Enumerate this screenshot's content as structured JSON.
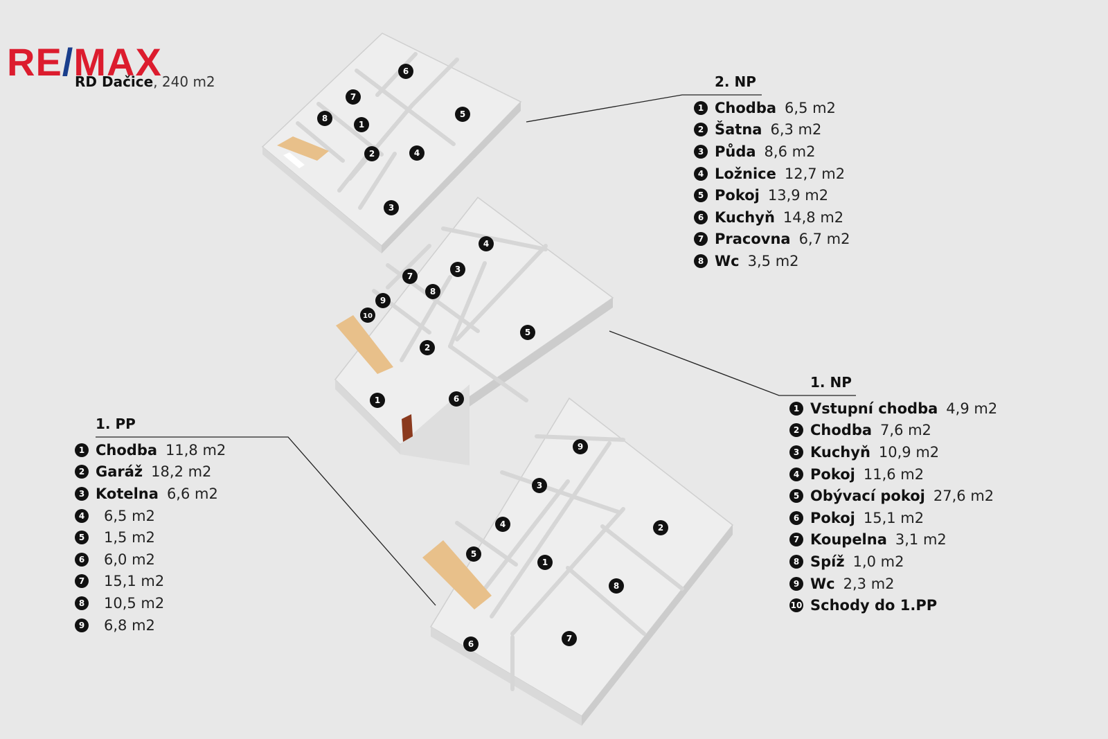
{
  "brand": {
    "part1": "RE",
    "slash": "/",
    "part2": "MAX",
    "color": "#dc1c2e",
    "slash_color": "#1a3e8c"
  },
  "property": {
    "name": "RD Dačice",
    "area": ", 240 m2"
  },
  "floors": {
    "np2": {
      "title": "2. NP",
      "rooms": [
        {
          "num": "1",
          "name": "Chodba",
          "area": "6,5 m2"
        },
        {
          "num": "2",
          "name": "Šatna",
          "area": "6,3 m2"
        },
        {
          "num": "3",
          "name": "Půda",
          "area": "8,6 m2"
        },
        {
          "num": "4",
          "name": "Ložnice",
          "area": "12,7 m2"
        },
        {
          "num": "5",
          "name": "Pokoj",
          "area": "13,9 m2"
        },
        {
          "num": "6",
          "name": "Kuchyň",
          "area": "14,8 m2"
        },
        {
          "num": "7",
          "name": "Pracovna",
          "area": "6,7 m2"
        },
        {
          "num": "8",
          "name": "Wc",
          "area": "3,5 m2"
        }
      ]
    },
    "np1": {
      "title": "1. NP",
      "rooms": [
        {
          "num": "1",
          "name": "Vstupní chodba",
          "area": "4,9 m2"
        },
        {
          "num": "2",
          "name": "Chodba",
          "area": "7,6 m2"
        },
        {
          "num": "3",
          "name": "Kuchyň",
          "area": "10,9 m2"
        },
        {
          "num": "4",
          "name": "Pokoj",
          "area": "11,6 m2"
        },
        {
          "num": "5",
          "name": "Obývací pokoj",
          "area": "27,6 m2"
        },
        {
          "num": "6",
          "name": "Pokoj",
          "area": "15,1 m2"
        },
        {
          "num": "7",
          "name": "Koupelna",
          "area": "3,1 m2"
        },
        {
          "num": "8",
          "name": "Spíž",
          "area": "1,0 m2"
        },
        {
          "num": "9",
          "name": "Wc",
          "area": "2,3 m2"
        },
        {
          "num": "10",
          "name": "Schody do 1.PP",
          "area": ""
        }
      ]
    },
    "pp1": {
      "title": "1. PP",
      "rooms": [
        {
          "num": "1",
          "name": "Chodba",
          "area": "11,8 m2"
        },
        {
          "num": "2",
          "name": "Garáž",
          "area": "18,2 m2"
        },
        {
          "num": "3",
          "name": "Kotelna",
          "area": "6,6 m2"
        },
        {
          "num": "4",
          "name": "",
          "area": "6,5 m2"
        },
        {
          "num": "5",
          "name": "",
          "area": "1,5 m2"
        },
        {
          "num": "6",
          "name": "",
          "area": "6,0 m2"
        },
        {
          "num": "7",
          "name": "",
          "area": "15,1 m2"
        },
        {
          "num": "8",
          "name": "",
          "area": "10,5 m2"
        },
        {
          "num": "9",
          "name": "",
          "area": "6,8 m2"
        }
      ]
    }
  },
  "plan_markers": {
    "np2": [
      "1",
      "2",
      "3",
      "4",
      "5",
      "6",
      "7",
      "8"
    ],
    "np1": [
      "1",
      "2",
      "3",
      "4",
      "5",
      "6",
      "7",
      "8",
      "9",
      "10"
    ],
    "pp1": [
      "1",
      "2",
      "3",
      "4",
      "5",
      "6",
      "7",
      "8",
      "9"
    ]
  },
  "colors": {
    "background": "#e8e8e8",
    "wall": "#f4f4f4",
    "floor": "#ececec",
    "stairs": "#e8c08a"
  }
}
